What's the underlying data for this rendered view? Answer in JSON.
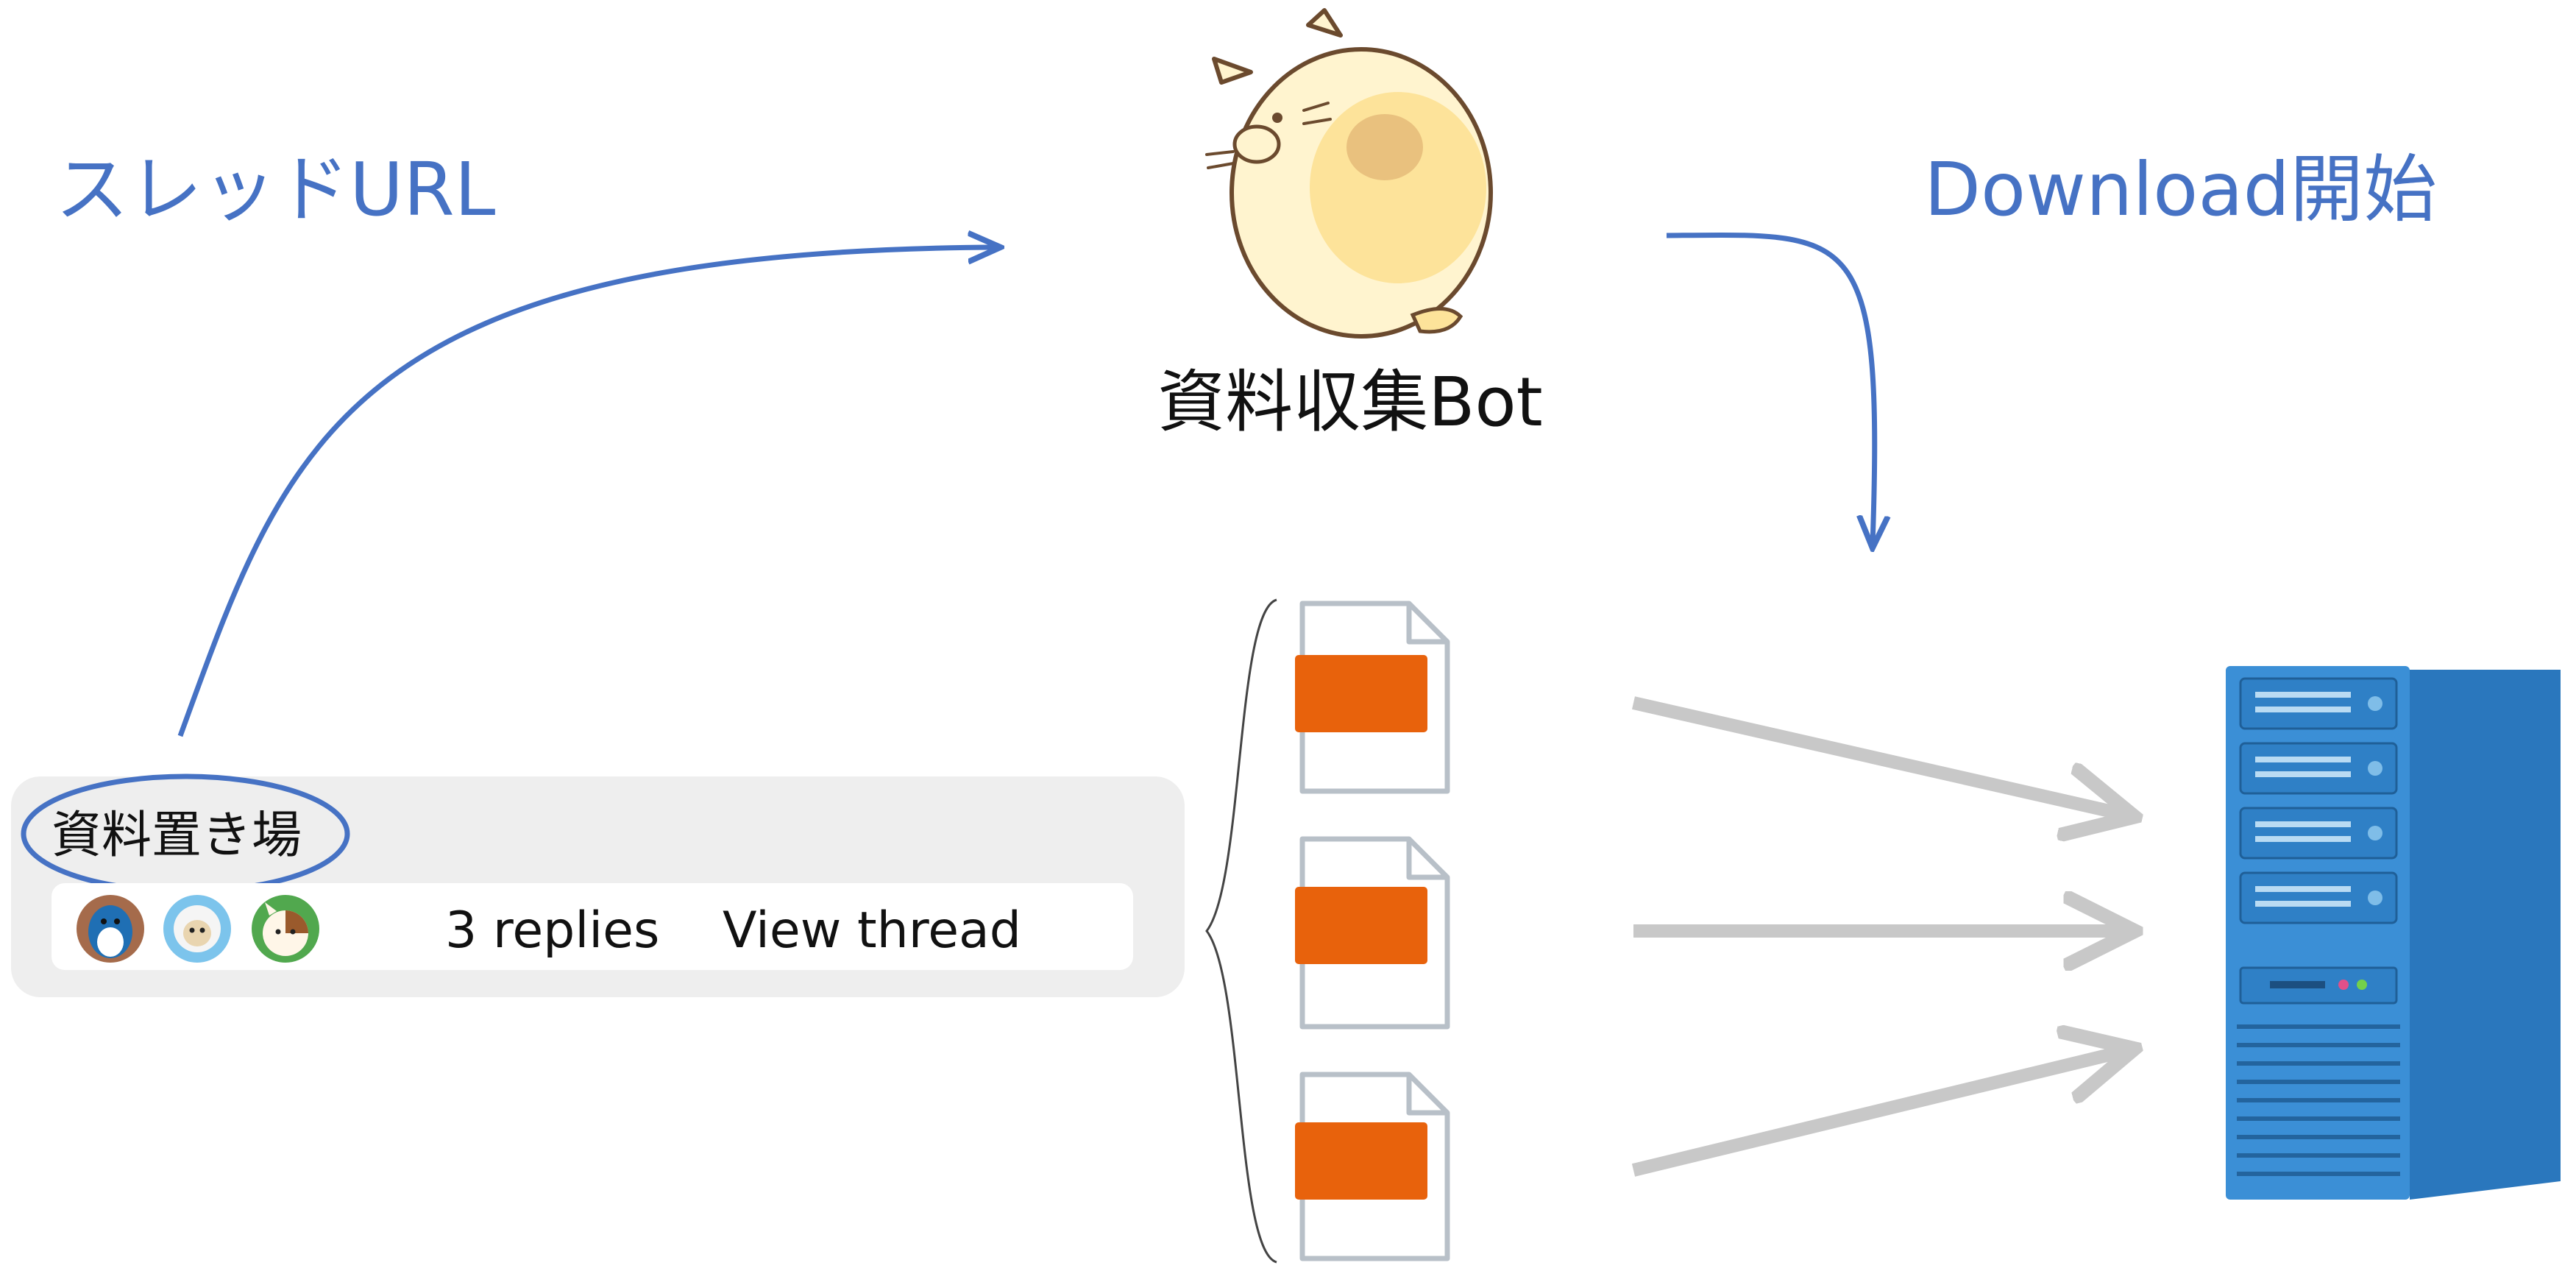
{
  "labels": {
    "thread_url": "スレッドURL",
    "download_start": "Download開始",
    "bot_name": "資料収集Bot"
  },
  "slack_message": {
    "channel_text": "資料置き場",
    "replies": "3 replies",
    "view_thread": "View thread"
  },
  "icons": {
    "bot": "cat-mascot-icon",
    "avatars": [
      "penguin-avatar-icon",
      "sheep-avatar-icon",
      "cat-avatar-icon"
    ],
    "documents": [
      "document-icon",
      "document-icon",
      "document-icon"
    ],
    "server": "server-tower-icon"
  },
  "colors": {
    "arrow_blue": "#4672c4",
    "arrow_gray": "#c8c8c8",
    "document_band": "#e8620c",
    "server_blue": "#3b8fd6",
    "message_bg": "#eeeeee"
  }
}
